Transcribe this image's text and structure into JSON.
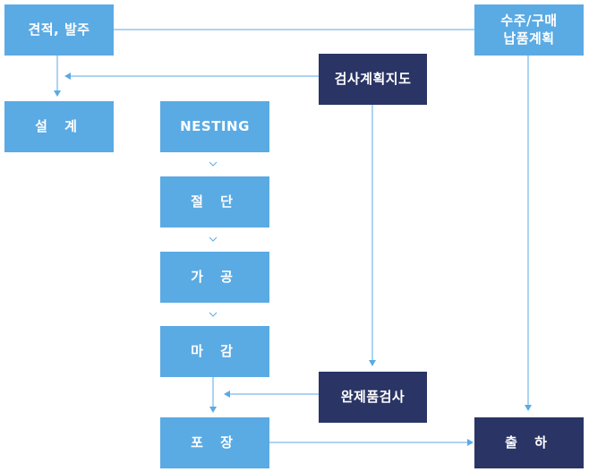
{
  "nodes": {
    "estimate_order": "견적, 발주",
    "order_purchase_line1": "수주/구매",
    "order_purchase_line2": "납품계획",
    "inspection_plan": "검사계획지도",
    "design": "설 계",
    "nesting": "NESTING",
    "cutting": "절 단",
    "processing": "가 공",
    "finishing": "마 감",
    "final_inspection": "완제품검사",
    "packing": "포 장",
    "shipping": "출 하"
  },
  "colors": {
    "process_box": "#5aaae4",
    "inspection_box": "#2a3565",
    "connector": "#5aaae4",
    "text": "#ffffff"
  }
}
